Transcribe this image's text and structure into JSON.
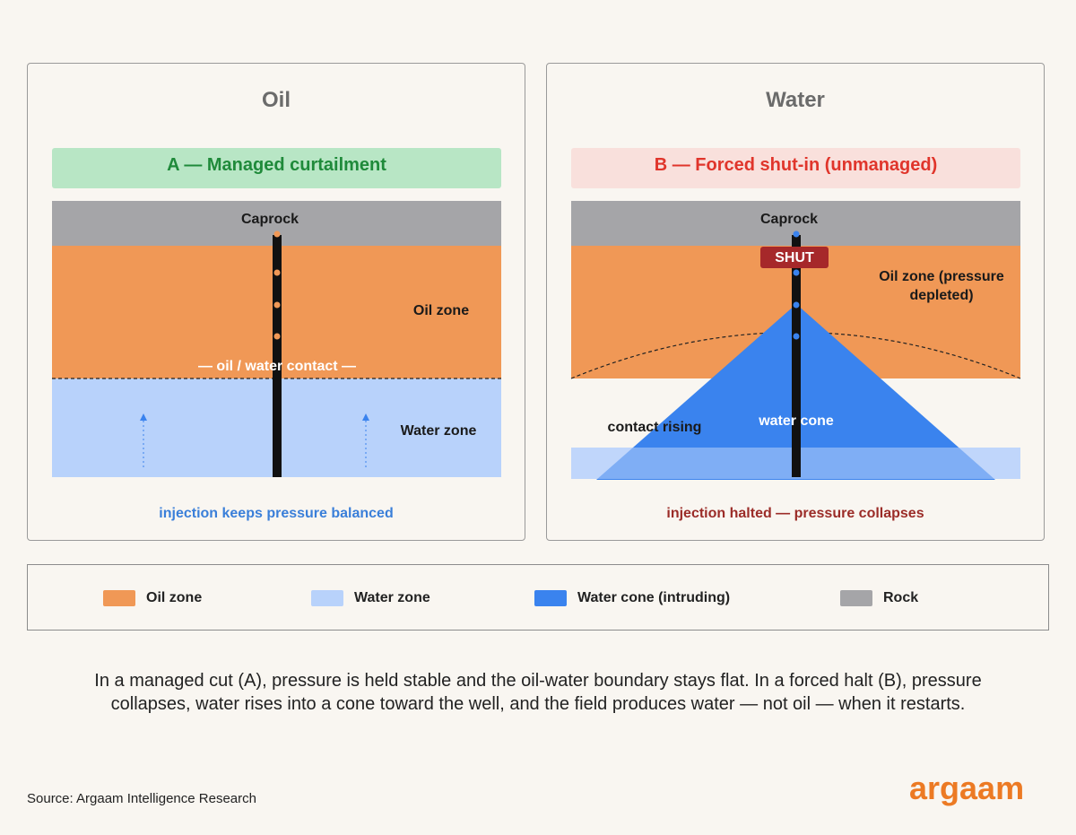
{
  "colors": {
    "oil": "#f09856",
    "water": "#b8d2fb",
    "water_cone": "#3a83ee",
    "rock": "#a5a5a8",
    "well": "#111111",
    "shut_badge": "#a6282a",
    "brand": "#ec7a24"
  },
  "panels": [
    {
      "title": "Oil",
      "banner": "A — Managed curtailment",
      "labels": {
        "caprock": "Caprock",
        "oil_zone": "Oil zone",
        "contact": "— oil / water contact —",
        "water_zone": "Water zone"
      },
      "caption": "injection keeps pressure balanced"
    },
    {
      "title": "Water",
      "banner": "B — Forced shut-in (unmanaged)",
      "labels": {
        "caprock": "Caprock",
        "shut": "SHUT",
        "oil_zone_line1": "Oil zone (pressure",
        "oil_zone_line2": "depleted)",
        "contact_rising": "contact rising",
        "water_cone": "water cone"
      },
      "caption": "injection halted — pressure collapses"
    }
  ],
  "legend": [
    {
      "label": "Oil zone",
      "color": "#f09856"
    },
    {
      "label": "Water zone",
      "color": "#b8d2fb"
    },
    {
      "label": "Water cone (intruding)",
      "color": "#3a83ee"
    },
    {
      "label": "Rock",
      "color": "#a5a5a8"
    }
  ],
  "summary": {
    "line1": "In a managed cut (A), pressure is held stable and the oil-water boundary stays flat. In a forced halt (B), pressure",
    "line2": "collapses, water rises into a cone toward the well, and the field produces water — not oil — when it restarts."
  },
  "source": "Source: Argaam Intelligence Research",
  "logo": "argaam"
}
